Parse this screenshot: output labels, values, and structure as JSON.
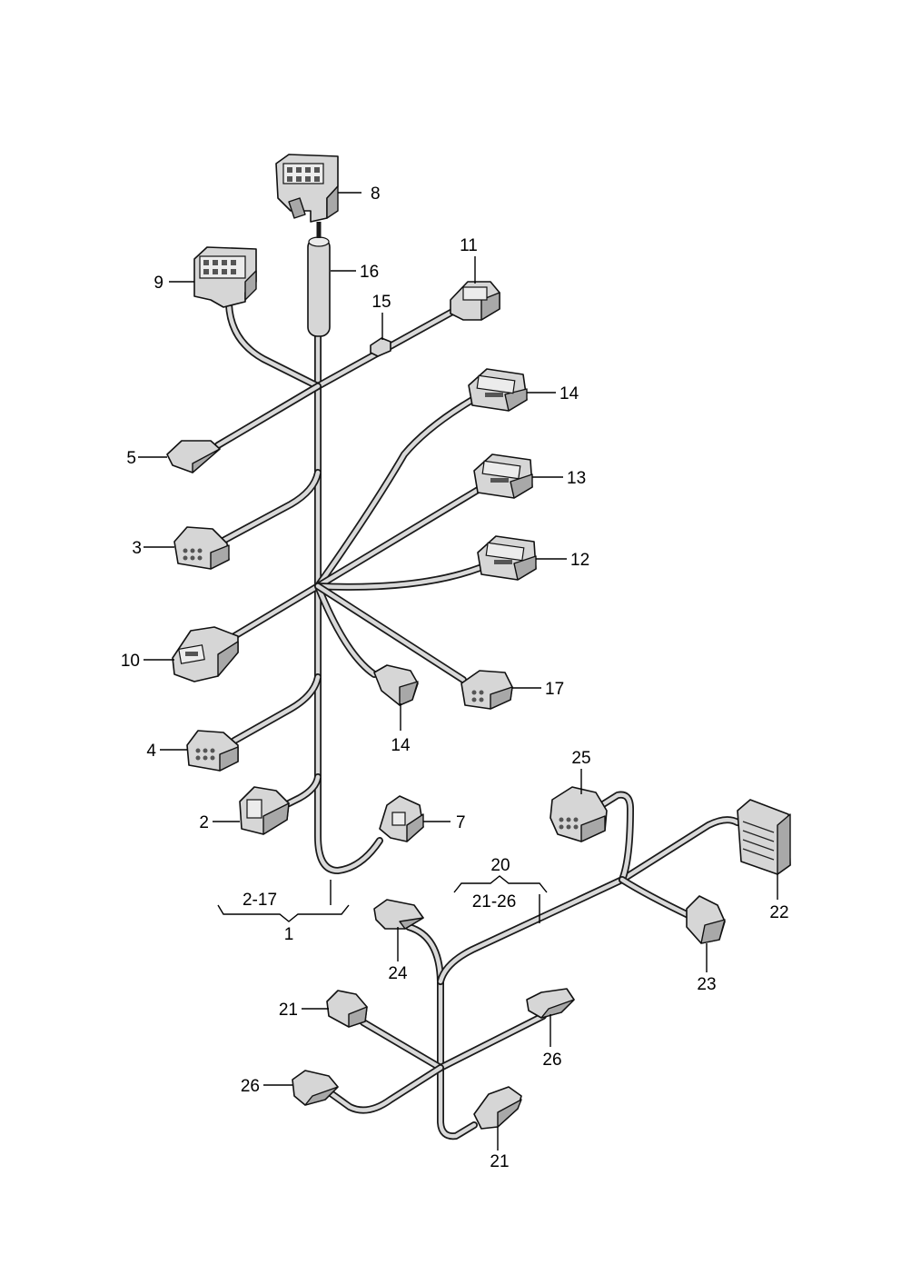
{
  "labels": {
    "l8": "8",
    "l9": "9",
    "l16": "16",
    "l11": "11",
    "l15": "15",
    "l14a": "14",
    "l5": "5",
    "l13": "13",
    "l3": "3",
    "l12": "12",
    "l10": "10",
    "l17": "17",
    "l14b": "14",
    "l4": "4",
    "l2": "2",
    "l7": "7",
    "l25": "25",
    "l20": "20",
    "l2_17": "2-17",
    "l21_26": "21-26",
    "l1": "1",
    "l22": "22",
    "l24": "24",
    "l23": "23",
    "l21a": "21",
    "l26a": "26",
    "l26b": "26",
    "l21b": "21"
  }
}
